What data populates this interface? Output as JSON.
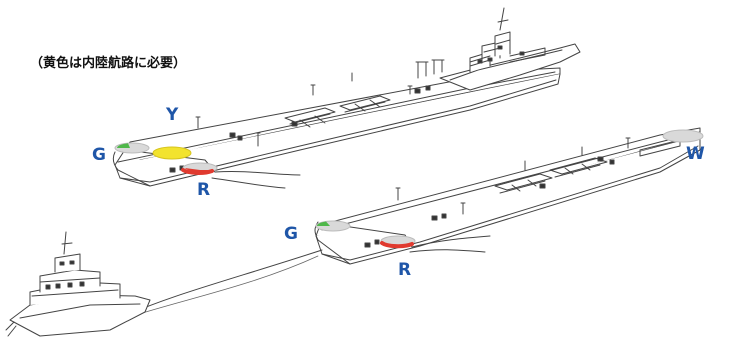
{
  "note": "（黄色は内陸航路に必要）",
  "light_labels": {
    "upper_yellow": "Y",
    "upper_green": "G",
    "upper_red": "R",
    "lower_green": "G",
    "lower_red": "R",
    "lower_white": "W"
  },
  "colors": {
    "label_blue": "#1f56a8",
    "line": "#444444",
    "green_light": "#4fb84a",
    "red_light": "#e03a2f",
    "yellow_light": "#f2e32e",
    "white_light": "#d9d9d9"
  }
}
